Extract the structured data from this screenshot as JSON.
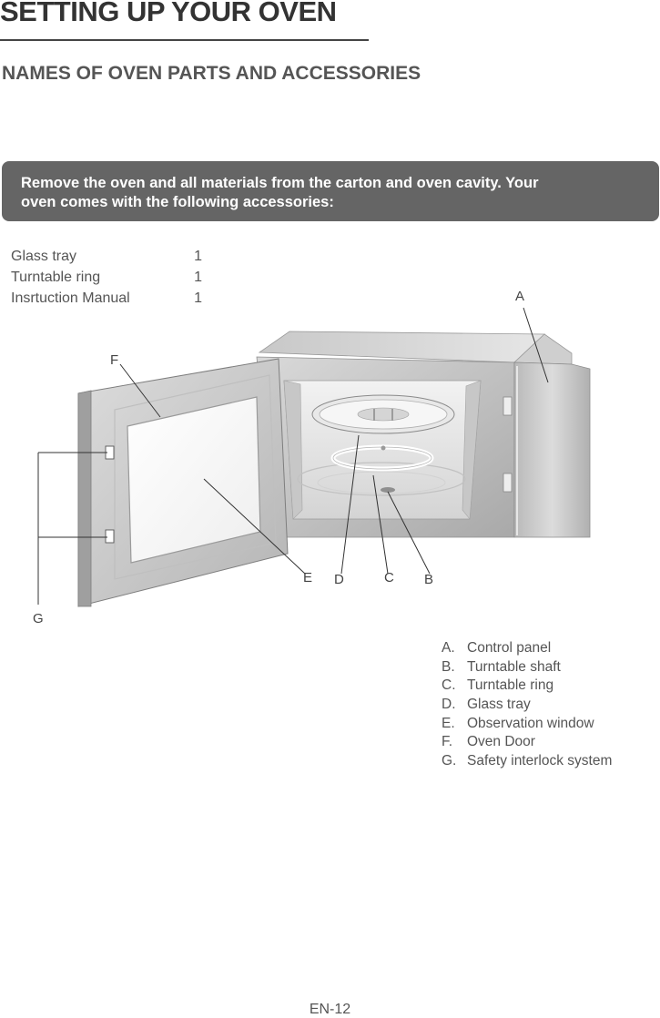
{
  "header": {
    "title": "SETTING UP YOUR OVEN",
    "subtitle": "NAMES OF OVEN PARTS AND ACCESSORIES"
  },
  "notice": {
    "line1": "Remove the oven and all materials from the carton and oven cavity. Your",
    "line2": "oven comes with the following accessories:"
  },
  "accessories": [
    {
      "name": "Glass tray",
      "qty": "1"
    },
    {
      "name": "Turntable ring",
      "qty": "1"
    },
    {
      "name": "Insrtuction Manual",
      "qty": "1"
    }
  ],
  "diagram": {
    "callouts": {
      "a": "A",
      "b": "B",
      "c": "C",
      "d": "D",
      "e": "E",
      "f": "F",
      "g": "G"
    }
  },
  "legend": [
    {
      "letter": "A.",
      "name": "Control panel"
    },
    {
      "letter": "B.",
      "name": "Turntable shaft"
    },
    {
      "letter": "C.",
      "name": "Turntable ring"
    },
    {
      "letter": "D.",
      "name": "Glass tray"
    },
    {
      "letter": "E.",
      "name": "Observation window"
    },
    {
      "letter": "F.",
      "name": "Oven Door"
    },
    {
      "letter": "G.",
      "name": "Safety interlock system"
    }
  ],
  "footer": {
    "page_number": "EN-12"
  }
}
